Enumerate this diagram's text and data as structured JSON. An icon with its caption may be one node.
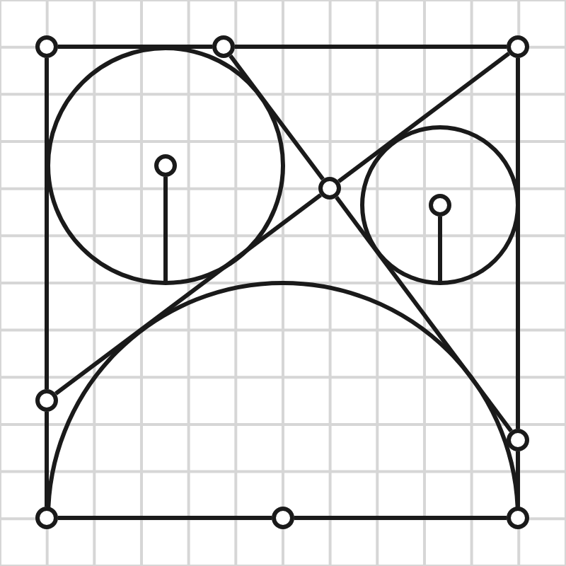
{
  "diagram": {
    "nodes": [
      {
        "text": [],
        "shape": "circle"
      },
      {
        "text": [],
        "shape": "circle"
      },
      {
        "text": [],
        "shape": "circle"
      },
      {
        "text": [],
        "shape": "circle"
      },
      {
        "text": [],
        "shape": "circle"
      },
      {
        "text": [],
        "shape": "circle"
      },
      {
        "text": [],
        "shape": "circle"
      },
      {
        "text": [],
        "shape": "circle"
      },
      {
        "text": [],
        "shape": "circle"
      },
      {
        "text": [],
        "shape": "circle"
      },
      {
        "text": [],
        "shape": "circle"
      }
    ],
    "edges": [
      {
        "from": 0,
        "to": 1,
        "arrow": "none"
      },
      {
        "from": 1,
        "to": 2,
        "arrow": "none"
      },
      {
        "from": 2,
        "to": 7,
        "arrow": "none"
      },
      {
        "from": 7,
        "to": 10,
        "arrow": "none"
      },
      {
        "from": 8,
        "to": 9,
        "arrow": "none"
      },
      {
        "from": 9,
        "to": 10,
        "arrow": "none"
      },
      {
        "from": 0,
        "to": 6,
        "arrow": "none"
      },
      {
        "from": 6,
        "to": 8,
        "arrow": "none"
      },
      {
        "from": 6,
        "to": 4,
        "arrow": "none"
      },
      {
        "from": 4,
        "to": 2,
        "arrow": "none"
      },
      {
        "from": 1,
        "to": 4,
        "arrow": "none"
      },
      {
        "from": 4,
        "to": 7,
        "arrow": "none"
      },
      {
        "from": 3,
        "to": null,
        "arrow": "none"
      },
      {
        "from": 5,
        "to": null,
        "arrow": "none"
      }
    ]
  }
}
